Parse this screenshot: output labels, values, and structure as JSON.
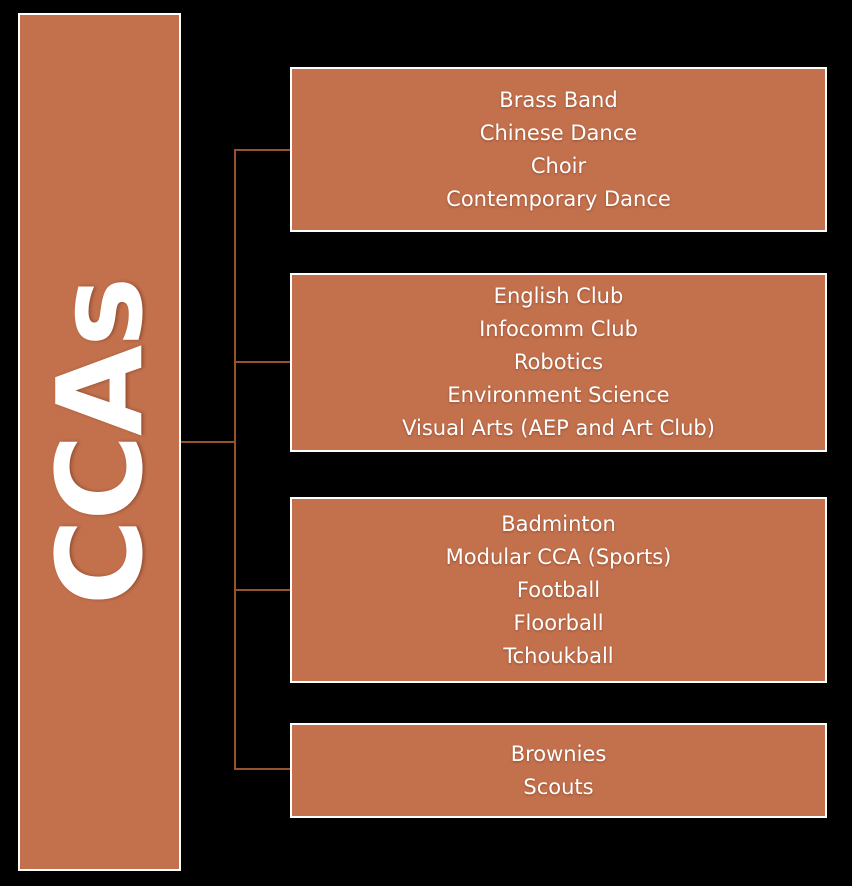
{
  "diagram": {
    "root": {
      "label": "CCAs"
    },
    "groups": [
      {
        "items": [
          "Brass Band",
          "Chinese Dance",
          "Choir",
          "Contemporary Dance"
        ]
      },
      {
        "items": [
          "English Club",
          "Infocomm Club",
          "Robotics",
          "Environment Science",
          "Visual Arts (AEP and Art Club)"
        ]
      },
      {
        "items": [
          "Badminton",
          "Modular CCA (Sports)",
          "Football",
          "Floorball",
          "Tchoukball"
        ]
      },
      {
        "items": [
          "Brownies",
          "Scouts"
        ]
      }
    ]
  },
  "colors": {
    "background": "#000000",
    "box_fill": "#c3704c",
    "box_border": "#ffffff",
    "connector": "#96512f",
    "text": "#ffffff"
  }
}
